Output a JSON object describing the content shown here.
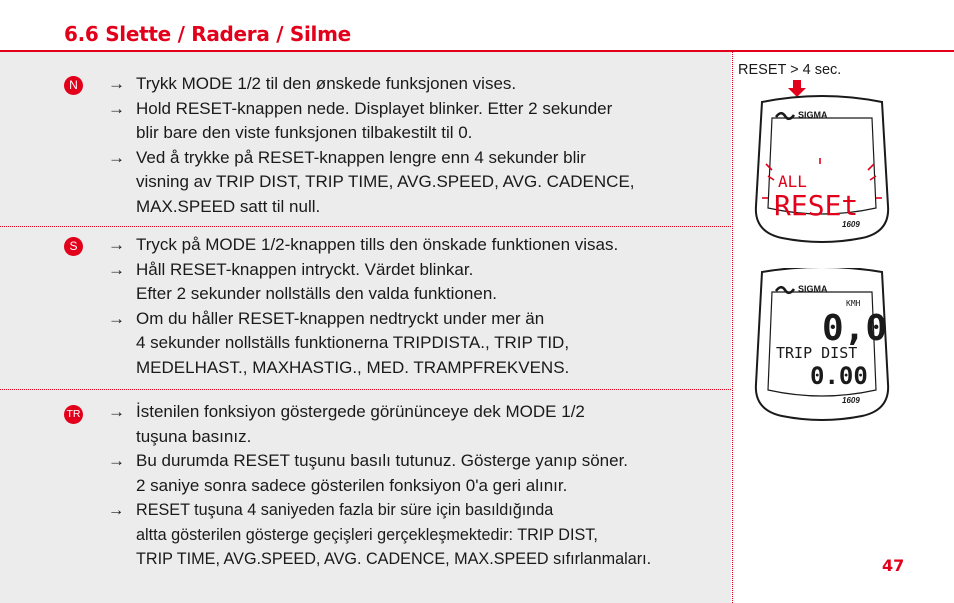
{
  "header": {
    "title": "6.6 Slette / Radera / Silme"
  },
  "sections": [
    {
      "badge": "N",
      "items": [
        "Trykk MODE 1/2 til den ønskede funksjonen vises.",
        "Hold RESET-knappen nede. Displayet blinker. Etter 2 sekunder\nblir bare den viste funksjonen tilbakestilt til 0.",
        "Ved å trykke på RESET-knappen lengre enn 4 sekunder blir\nvisning av TRIP DIST, TRIP TIME, AVG.SPEED, AVG. CADENCE,\nMAX.SPEED satt til null."
      ]
    },
    {
      "badge": "S",
      "items": [
        "Tryck på MODE 1/2-knappen tills den önskade funktionen visas.",
        "Håll RESET-knappen intryckt. Värdet blinkar.\nEfter 2 sekunder nollställs den valda funktionen.",
        "Om du håller RESET-knappen nedtryckt under mer än\n4 sekunder nollställs funktionerna TRIPDISTA., TRIP TID,\nMEDELHAST., MAXHASTIG., MED. TRAMPFREKVENS."
      ]
    },
    {
      "badge": "TR",
      "items": [
        "İstenilen fonksiyon göstergede görününceye dek MODE 1/2\ntuşuna basınız.",
        "Bu durumda RESET tuşunu basılı tutunuz. Gösterge yanıp söner.\n2 saniye sonra sadece gösterilen fonksiyon 0'a geri alınır.",
        "RESET tuşuna 4 saniyeden fazla bir süre için basıldığında\naltta gösterilen gösterge geçişleri gerçekleşmektedir: TRIP DIST,\nTRIP TIME, AVG.SPEED, AVG. CADENCE, MAX.SPEED sıfırlanmaları."
      ]
    }
  ],
  "sidebar": {
    "caption": "RESET > 4 sec."
  },
  "devices": [
    {
      "brand": "SIGMA",
      "model": "1609",
      "line1": "ALL",
      "line2": "RESEt"
    },
    {
      "brand": "SIGMA",
      "model": "1609",
      "unit": "KMH",
      "speed": "0,0",
      "label": "TRIP DIST",
      "value": "0.00"
    }
  ],
  "page_number": "47",
  "colors": {
    "accent": "#e2001a",
    "panel": "#ececec",
    "text": "#1a1a1a"
  },
  "icons": {
    "bullet": "arrow-right-icon",
    "button_press": "down-arrow-icon",
    "logo": "sigma-logo-icon"
  }
}
